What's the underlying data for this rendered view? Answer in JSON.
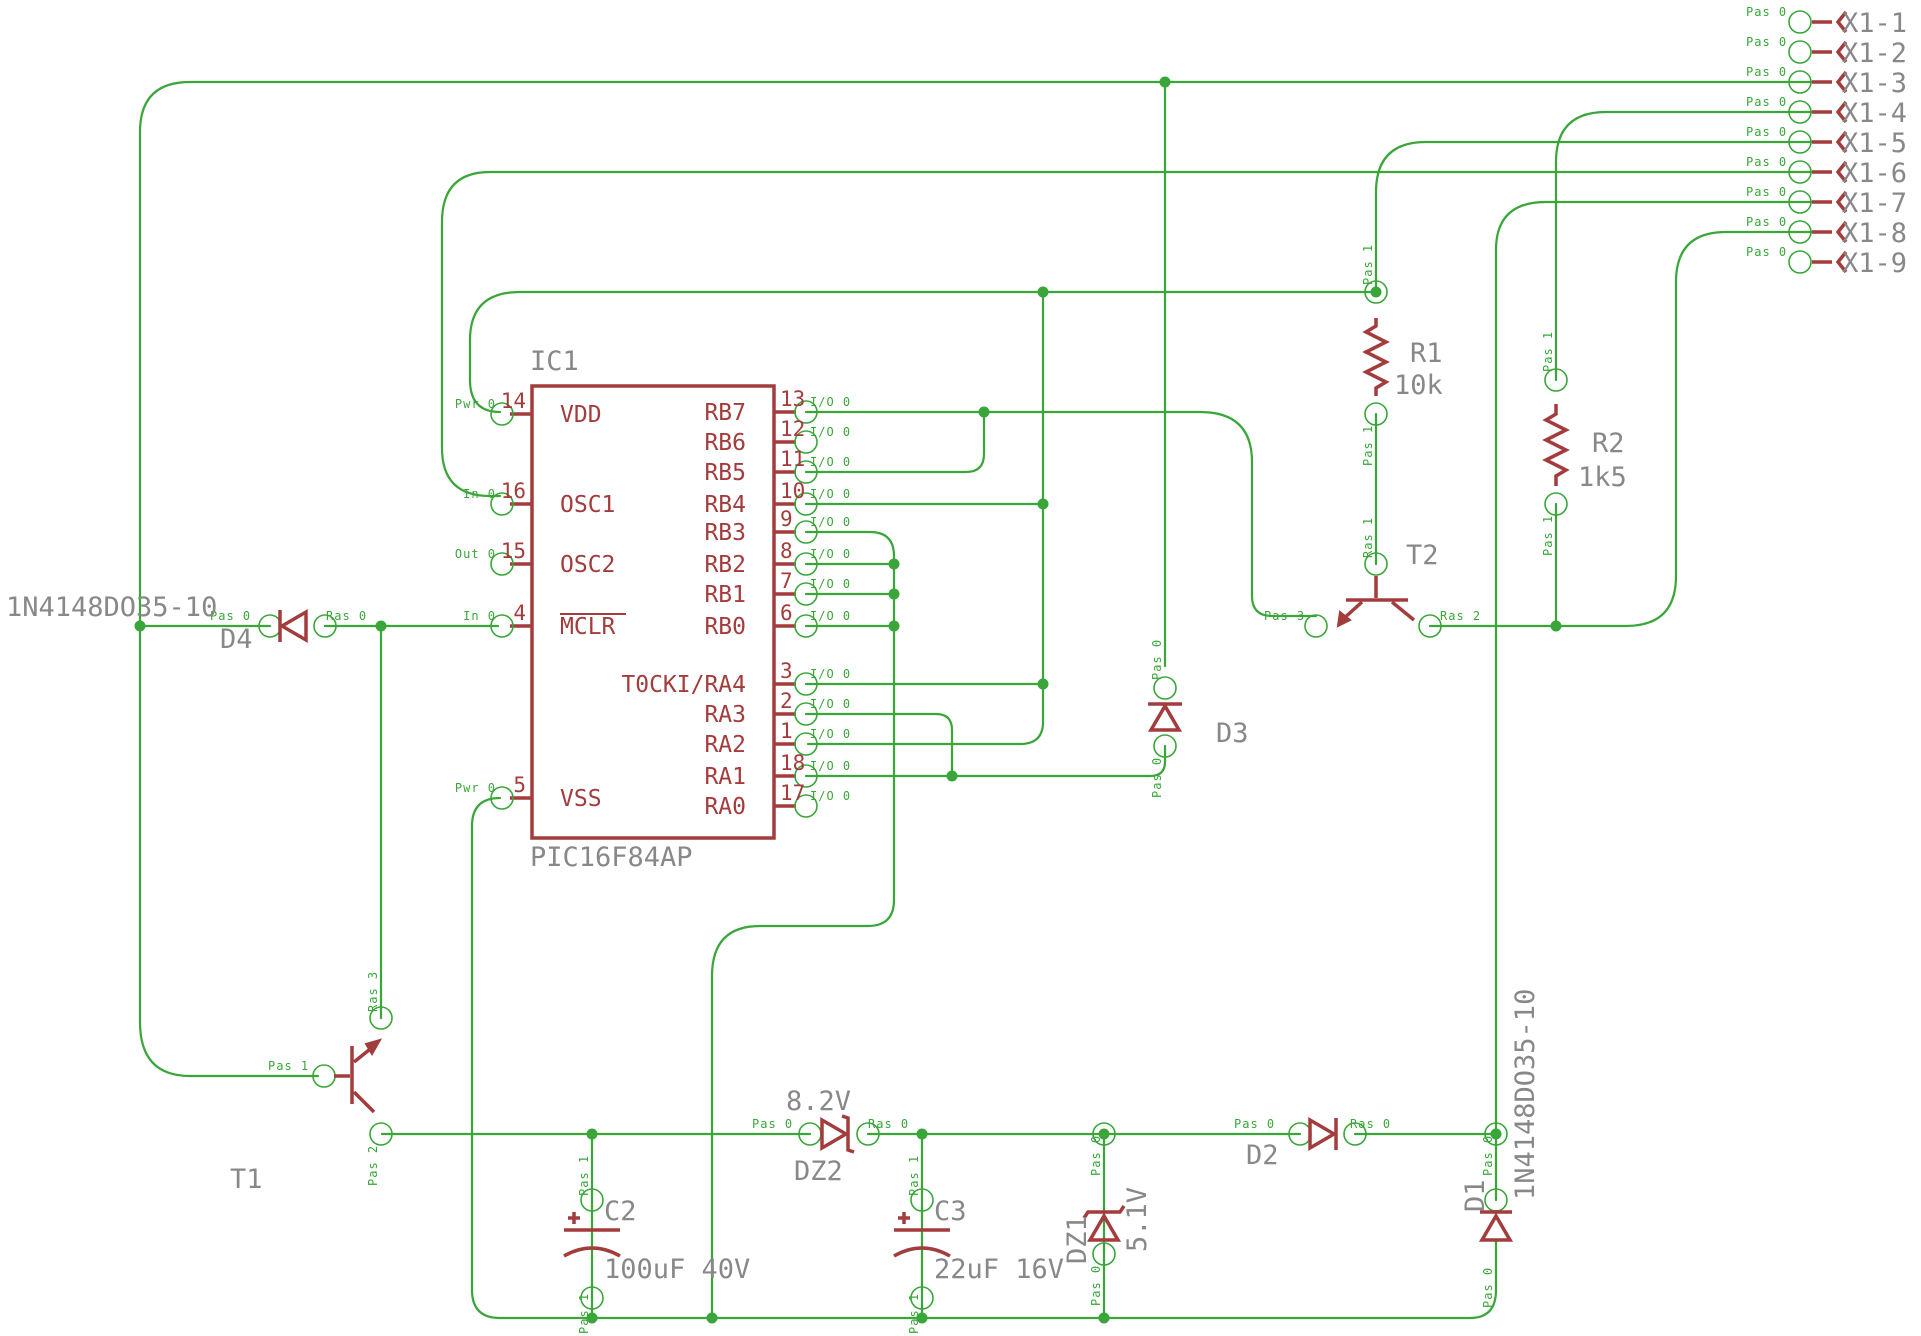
{
  "ic1": {
    "name": "IC1",
    "value": "PIC16F84AP",
    "left_pins": [
      {
        "name": "VDD",
        "num": "14",
        "type": "Pwr 0"
      },
      {
        "name": "OSC1",
        "num": "16",
        "type": "In 0"
      },
      {
        "name": "OSC2",
        "num": "15",
        "type": "Out 0"
      },
      {
        "name": "MCLR",
        "num": "4",
        "type": "In 0"
      },
      {
        "name": "VSS",
        "num": "5",
        "type": "Pwr 0"
      }
    ],
    "right_pins": [
      {
        "name": "RB7",
        "num": "13",
        "type": "I/O 0"
      },
      {
        "name": "RB6",
        "num": "12",
        "type": "I/O 0"
      },
      {
        "name": "RB5",
        "num": "11",
        "type": "I/O 0"
      },
      {
        "name": "RB4",
        "num": "10",
        "type": "I/O 0"
      },
      {
        "name": "RB3",
        "num": "9",
        "type": "I/O 0"
      },
      {
        "name": "RB2",
        "num": "8",
        "type": "I/O 0"
      },
      {
        "name": "RB1",
        "num": "7",
        "type": "I/O 0"
      },
      {
        "name": "RB0",
        "num": "6",
        "type": "I/O 0"
      },
      {
        "name": "T0CKI/RA4",
        "num": "3",
        "type": "I/O 0"
      },
      {
        "name": "RA3",
        "num": "2",
        "type": "I/O 0"
      },
      {
        "name": "RA2",
        "num": "1",
        "type": "I/O 0"
      },
      {
        "name": "RA1",
        "num": "18",
        "type": "I/O 0"
      },
      {
        "name": "RA0",
        "num": "17",
        "type": "I/O 0"
      }
    ]
  },
  "connector": {
    "pins": [
      "X1-1",
      "X1-2",
      "X1-3",
      "X1-4",
      "X1-5",
      "X1-6",
      "X1-7",
      "X1-8",
      "X1-9"
    ],
    "pad_label": "Pas 0"
  },
  "components": {
    "r1": {
      "name": "R1",
      "value": "10k",
      "pad": "Pas 1"
    },
    "r2": {
      "name": "R2",
      "value": "1k5",
      "pad": "Pas 1"
    },
    "t1": {
      "name": "T1",
      "pad_b": "Pas 1",
      "pad_c": "Ras 3",
      "pad_e": "Pas 2"
    },
    "t2": {
      "name": "T2",
      "pad_b": "Pas 3",
      "pad_c": "Ras 1",
      "pad_e": "Ras 2"
    },
    "d1": {
      "name": "D1",
      "value": "1N4148DO35-10",
      "pad": "Pas 0"
    },
    "d2": {
      "name": "D2",
      "pad_a": "Pas 0",
      "pad_k": "Ras 0"
    },
    "d3": {
      "name": "D3",
      "pad": "Pas 0"
    },
    "d4": {
      "name": "D4",
      "value": "1N4148DO35-10",
      "pad_a": "Pas 0",
      "pad_k": "Ras 0"
    },
    "dz1": {
      "name": "DZ1",
      "value": "5.1V",
      "pad": "Pas 0"
    },
    "dz2": {
      "name": "DZ2",
      "value": "8.2V",
      "pad_a": "Pas 0",
      "pad_k": "Ras 0"
    },
    "c2": {
      "name": "C2",
      "value": "100uF 40V",
      "pad": "Pas 1"
    },
    "c3": {
      "name": "C3",
      "value": "22uF 16V",
      "pad": "Pas 1"
    }
  },
  "colors": {
    "wire": "#3aa63a",
    "component": "#a33c3c",
    "label": "#888888"
  }
}
